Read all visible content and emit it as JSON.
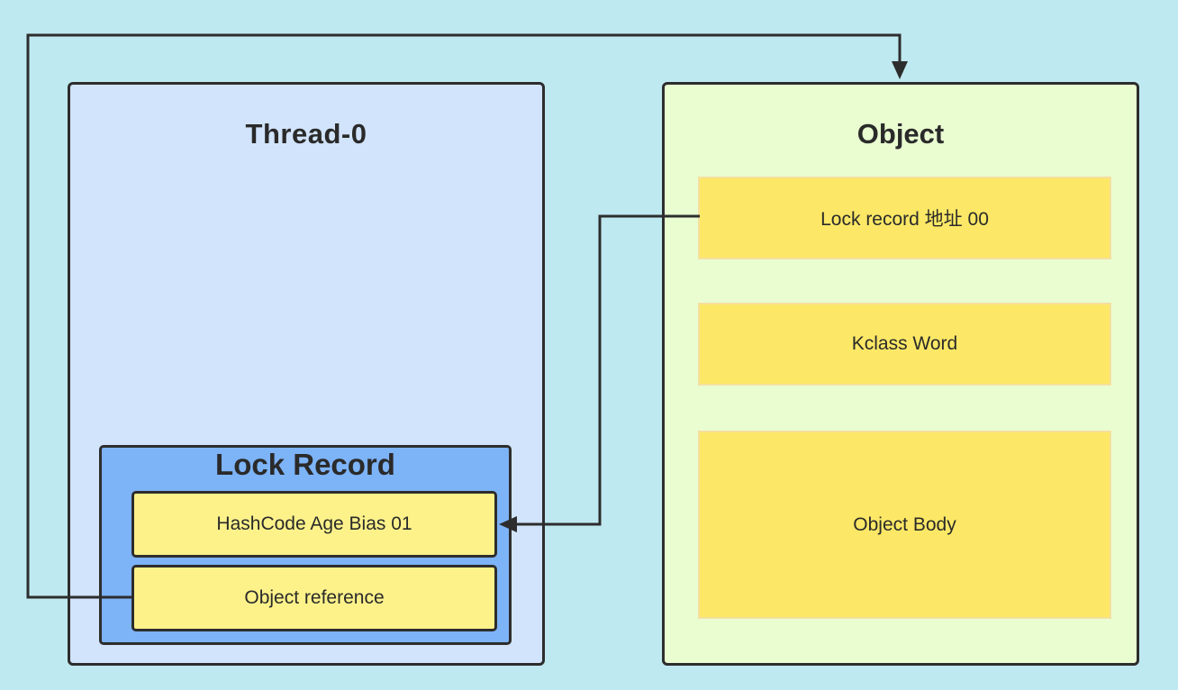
{
  "thread": {
    "title": "Thread-0",
    "lock_record": {
      "title": "Lock Record",
      "fields": [
        "HashCode Age Bias  01",
        "Object reference"
      ]
    }
  },
  "object": {
    "title": "Object",
    "fields": [
      "Lock record 地址 00",
      "Kclass  Word",
      "Object Body"
    ]
  },
  "colors": {
    "background": "#bfe9f0",
    "thread_fill": "#d1e4fb",
    "object_fill": "#e9fdd1",
    "lock_record_fill": "#7db3f7",
    "lock_record_field_fill": "#fdf28a",
    "object_field_fill": "#fce866",
    "stroke": "#2d2d2d"
  }
}
